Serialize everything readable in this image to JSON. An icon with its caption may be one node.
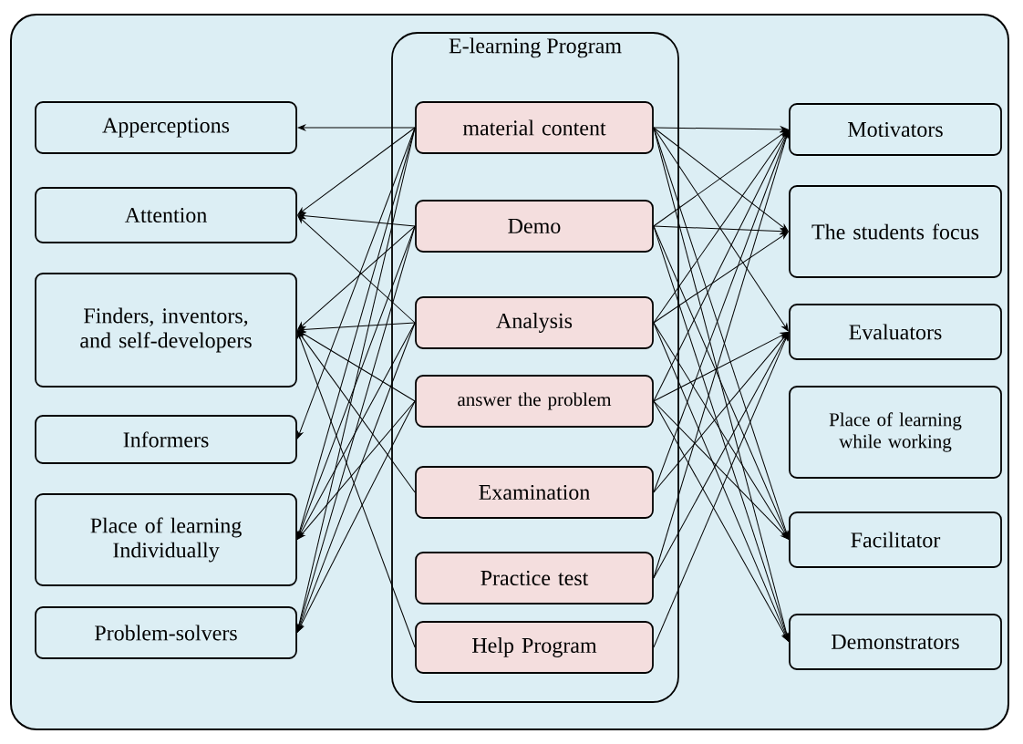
{
  "diagram": {
    "nodes": [
      {
        "text": [
          "E-learning Program"
        ]
      },
      {
        "text": [
          "material content"
        ],
        "in": 0
      },
      {
        "text": [
          "Demo"
        ],
        "in": 0
      },
      {
        "text": [
          "Analysis"
        ],
        "in": 0
      },
      {
        "text": [
          "answer the problem"
        ],
        "in": 0
      },
      {
        "text": [
          "Examination"
        ],
        "in": 0
      },
      {
        "text": [
          "Practice test"
        ],
        "in": 0
      },
      {
        "text": [
          "Help Program"
        ],
        "in": 0
      },
      {
        "text": [
          "Apperceptions"
        ]
      },
      {
        "text": [
          "Attention"
        ]
      },
      {
        "text": [
          "Finders, inventors, and self-developers"
        ]
      },
      {
        "text": [
          "Informers"
        ]
      },
      {
        "text": [
          "Place of learning Individually"
        ]
      },
      {
        "text": [
          "Problem-solvers"
        ]
      },
      {
        "text": [
          "Motivators"
        ]
      },
      {
        "text": [
          "The students focus"
        ]
      },
      {
        "text": [
          "Evaluators"
        ]
      },
      {
        "text": [
          "Place of learning while working"
        ]
      },
      {
        "text": [
          "Facilitator"
        ]
      },
      {
        "text": [
          "Demonstrators"
        ]
      }
    ],
    "edges": [
      {
        "from": 1,
        "to": 8,
        "arrow": "to"
      },
      {
        "from": 1,
        "to": 9,
        "arrow": "to"
      },
      {
        "from": 2,
        "to": 9,
        "arrow": "to"
      },
      {
        "from": 3,
        "to": 9,
        "arrow": "to"
      },
      {
        "from": 2,
        "to": 10,
        "arrow": "to"
      },
      {
        "from": 3,
        "to": 10,
        "arrow": "to"
      },
      {
        "from": 4,
        "to": 10,
        "arrow": "to"
      },
      {
        "from": 5,
        "to": 10,
        "arrow": "to"
      },
      {
        "from": 7,
        "to": 10,
        "arrow": "to"
      },
      {
        "from": 1,
        "to": 11,
        "arrow": "to"
      },
      {
        "from": 1,
        "to": 12,
        "arrow": "to"
      },
      {
        "from": 2,
        "to": 12,
        "arrow": "to"
      },
      {
        "from": 3,
        "to": 12,
        "arrow": "to"
      },
      {
        "from": 4,
        "to": 12,
        "arrow": "to"
      },
      {
        "from": 1,
        "to": 13,
        "arrow": "to"
      },
      {
        "from": 2,
        "to": 13,
        "arrow": "to"
      },
      {
        "from": 3,
        "to": 13,
        "arrow": "to"
      },
      {
        "from": 4,
        "to": 13,
        "arrow": "to"
      },
      {
        "from": 1,
        "to": 14,
        "arrow": "to"
      },
      {
        "from": 1,
        "to": 15,
        "arrow": "to"
      },
      {
        "from": 1,
        "to": 16,
        "arrow": "to"
      },
      {
        "from": 1,
        "to": 18,
        "arrow": "to"
      },
      {
        "from": 1,
        "to": 19,
        "arrow": "to"
      },
      {
        "from": 2,
        "to": 14,
        "arrow": "to"
      },
      {
        "from": 2,
        "to": 15,
        "arrow": "to"
      },
      {
        "from": 2,
        "to": 18,
        "arrow": "to"
      },
      {
        "from": 2,
        "to": 19,
        "arrow": "to"
      },
      {
        "from": 3,
        "to": 14,
        "arrow": "to"
      },
      {
        "from": 3,
        "to": 15,
        "arrow": "to"
      },
      {
        "from": 3,
        "to": 18,
        "arrow": "to"
      },
      {
        "from": 3,
        "to": 19,
        "arrow": "to"
      },
      {
        "from": 4,
        "to": 14,
        "arrow": "to"
      },
      {
        "from": 4,
        "to": 16,
        "arrow": "to"
      },
      {
        "from": 4,
        "to": 18,
        "arrow": "to"
      },
      {
        "from": 4,
        "to": 19,
        "arrow": "to"
      },
      {
        "from": 5,
        "to": 14,
        "arrow": "to"
      },
      {
        "from": 5,
        "to": 16,
        "arrow": "to"
      },
      {
        "from": 6,
        "to": 14,
        "arrow": "to"
      },
      {
        "from": 6,
        "to": 16,
        "arrow": "to"
      },
      {
        "from": 7,
        "to": 16,
        "arrow": "to"
      }
    ]
  }
}
